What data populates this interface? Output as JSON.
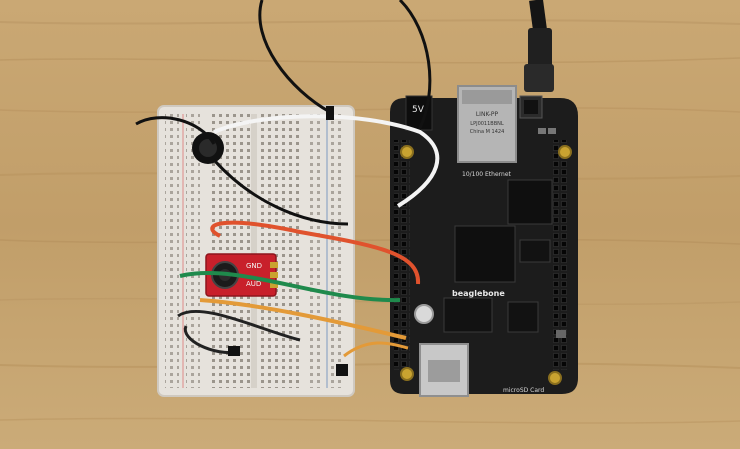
{
  "board": {
    "power_label": "5V",
    "brand_label": "beaglebone",
    "ethernet_label": "10/100 Ethernet",
    "microsd_label": "microSD Card",
    "jack_vendor": "LINK-PP",
    "jack_model": "LPJ0011BBNL",
    "jack_origin": "China M 1424"
  },
  "sensor": {
    "label_a": "GND",
    "label_b": "AUD"
  },
  "colors": {
    "wood": "#c9a974",
    "board": "#1c1c1c",
    "breadboard": "#e6e2dc",
    "wire_red": "#e0522d",
    "wire_green": "#1f8a4c",
    "wire_orange": "#e39a38",
    "wire_white": "#f4f4f4",
    "wire_black": "#1a1a1a",
    "sensor_red": "#c8202b"
  }
}
